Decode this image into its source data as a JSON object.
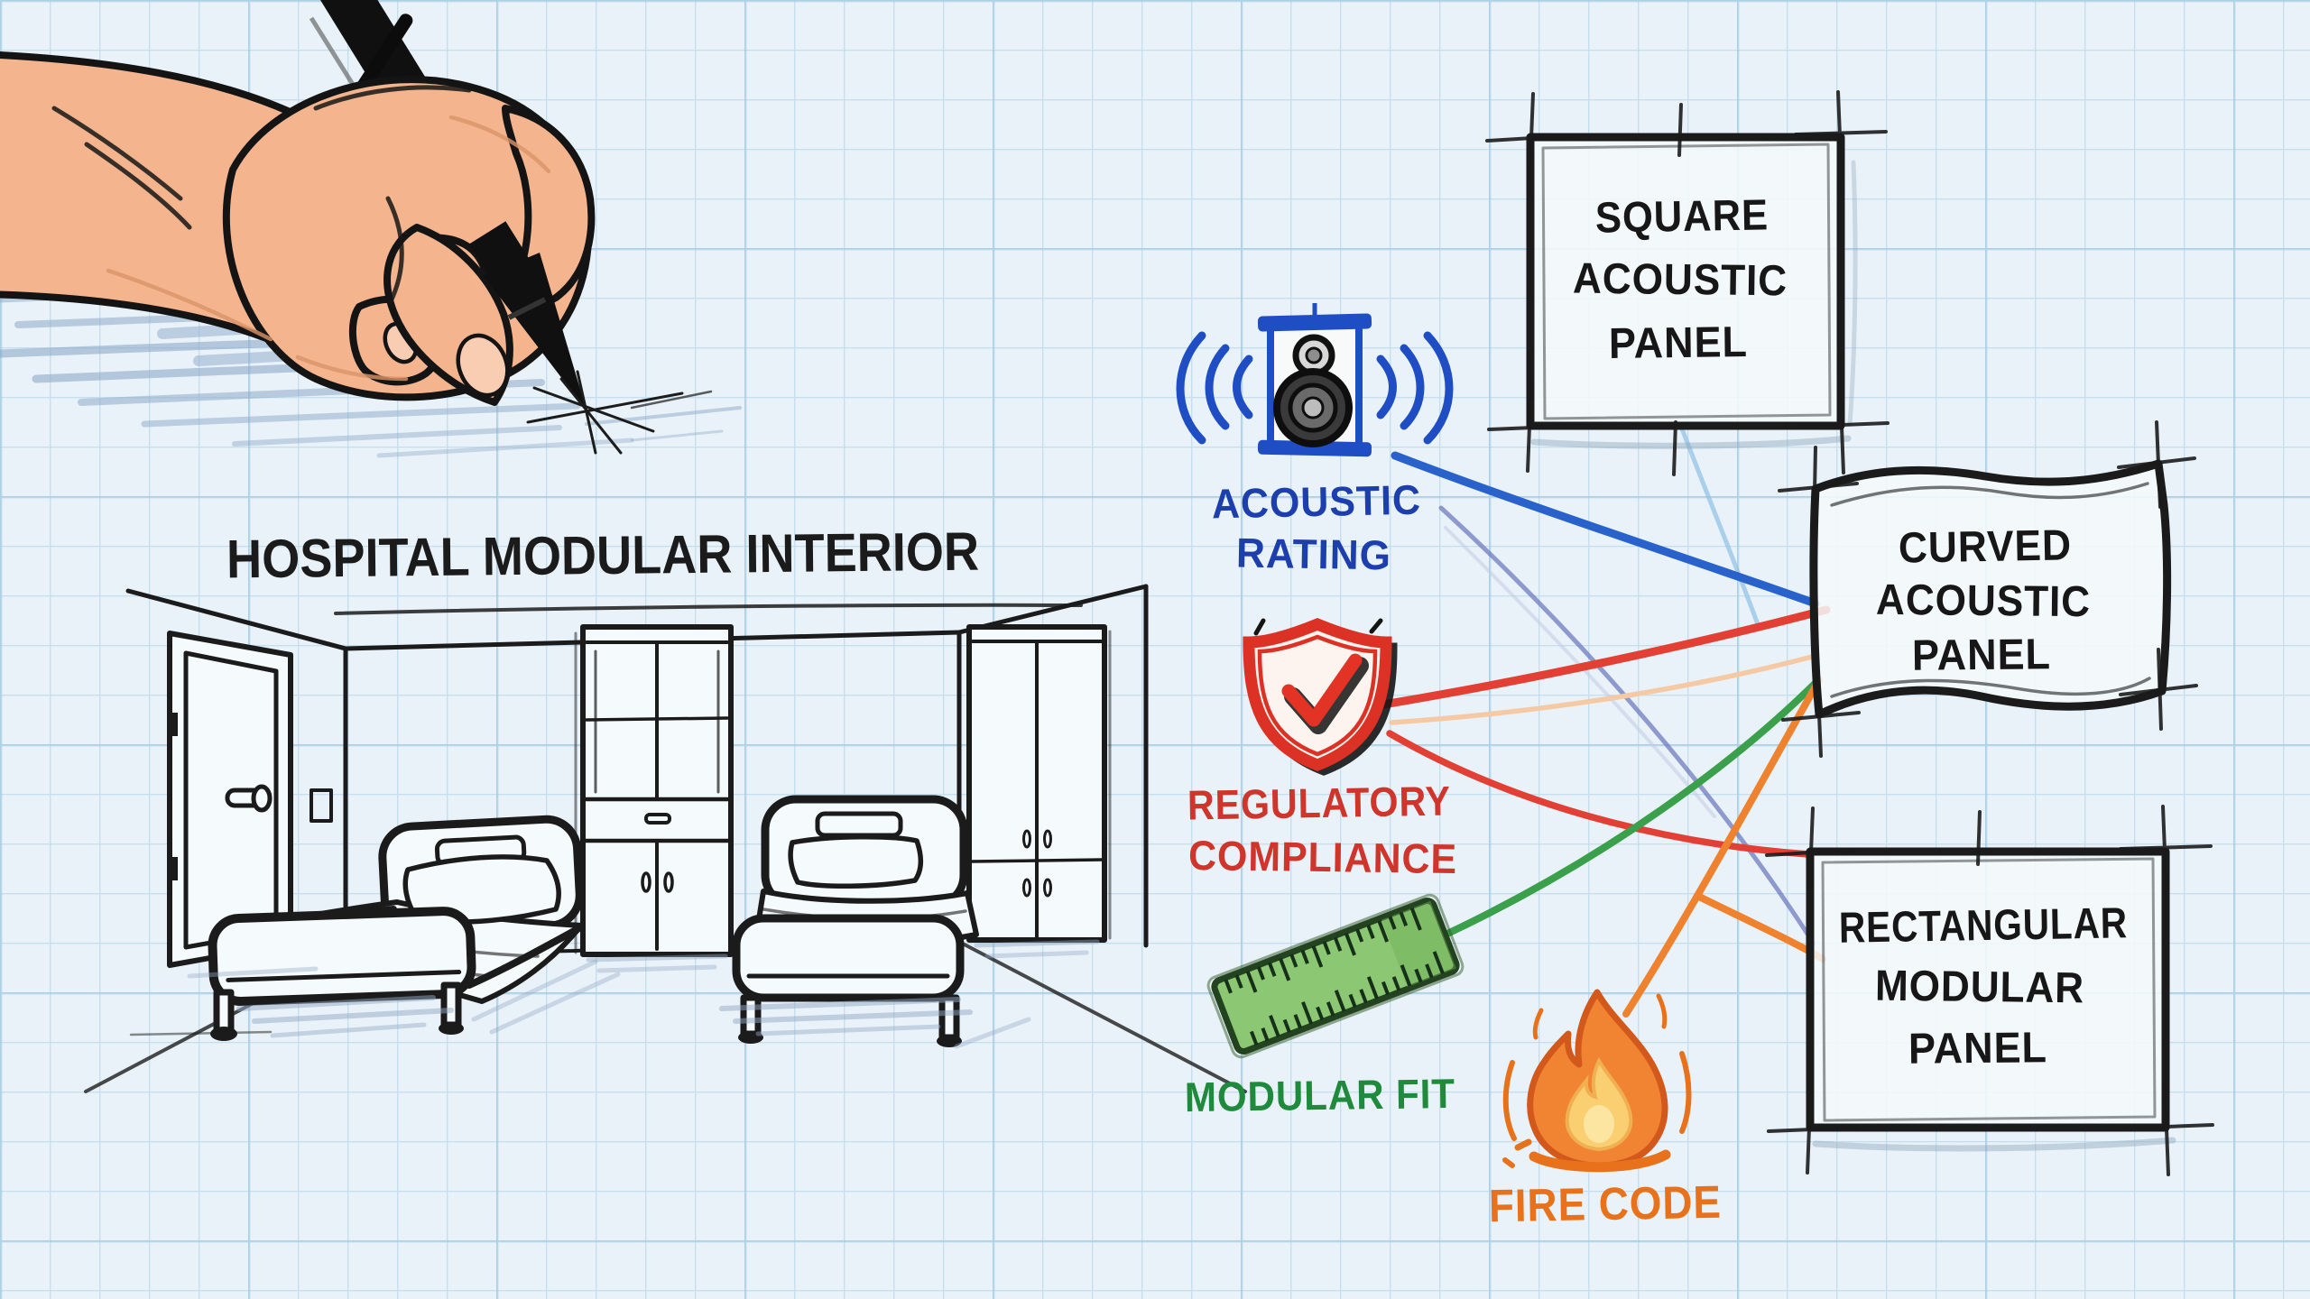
{
  "title": "HOSPITAL MODULAR INTERIOR",
  "criteria": [
    {
      "name": "acoustic-rating",
      "lines": [
        "ACOUSTIC",
        "RATING"
      ],
      "color": "#1d3fae",
      "icon": "speaker-icon"
    },
    {
      "name": "regulatory-compliance",
      "lines": [
        "REGULATORY",
        "COMPLIANCE"
      ],
      "color": "#d0352b",
      "icon": "shield-check-icon"
    },
    {
      "name": "modular-fit",
      "lines": [
        "MODULAR FIT"
      ],
      "color": "#1f8a3c",
      "icon": "ruler-icon"
    },
    {
      "name": "fire-code",
      "lines": [
        "FIRE CODE"
      ],
      "color": "#e8721c",
      "icon": "flame-icon"
    }
  ],
  "panels": [
    {
      "name": "square-acoustic-panel",
      "shape": "square",
      "lines": [
        "SQUARE",
        "ACOUSTIC",
        "PANEL"
      ]
    },
    {
      "name": "curved-acoustic-panel",
      "shape": "curved",
      "lines": [
        "CURVED",
        "ACOUSTIC",
        "PANEL"
      ]
    },
    {
      "name": "rectangular-modular-panel",
      "shape": "rectangular",
      "lines": [
        "RECTANGULAR",
        "MODULAR",
        "PANEL"
      ]
    }
  ],
  "connections": [
    {
      "from": "acoustic-rating",
      "to": "curved-acoustic-panel",
      "color": "#2a62cc"
    },
    {
      "from": "acoustic-rating",
      "to": "rectangular-modular-panel",
      "color": "#6674bb"
    },
    {
      "from": "acoustic-rating",
      "to": "rectangular-modular-panel",
      "color": "#c3cce4"
    },
    {
      "from": "square-acoustic-panel",
      "to": "curved-acoustic-panel",
      "color": "#8fc0e6"
    },
    {
      "from": "regulatory-compliance",
      "to": "curved-acoustic-panel",
      "color": "#e23f35"
    },
    {
      "from": "regulatory-compliance",
      "to": "curved-acoustic-panel",
      "color": "#f4c9a4"
    },
    {
      "from": "regulatory-compliance",
      "to": "rectangular-modular-panel",
      "color": "#e23f35"
    },
    {
      "from": "modular-fit",
      "to": "curved-acoustic-panel",
      "color": "#3aa04b"
    },
    {
      "from": "fire-code",
      "to": "curved-acoustic-panel",
      "color": "#ef822f"
    },
    {
      "from": "fire-code",
      "to": "rectangular-modular-panel",
      "color": "#ef822f"
    }
  ],
  "colors": {
    "paper": "#e9f2f8",
    "grid": "#aed2e8",
    "ink": "#1b1b1b",
    "skin": "#f3b48e",
    "ruler_green": "#8cc873",
    "flame_orange": "#f08433",
    "flame_core": "#f9cf72"
  }
}
